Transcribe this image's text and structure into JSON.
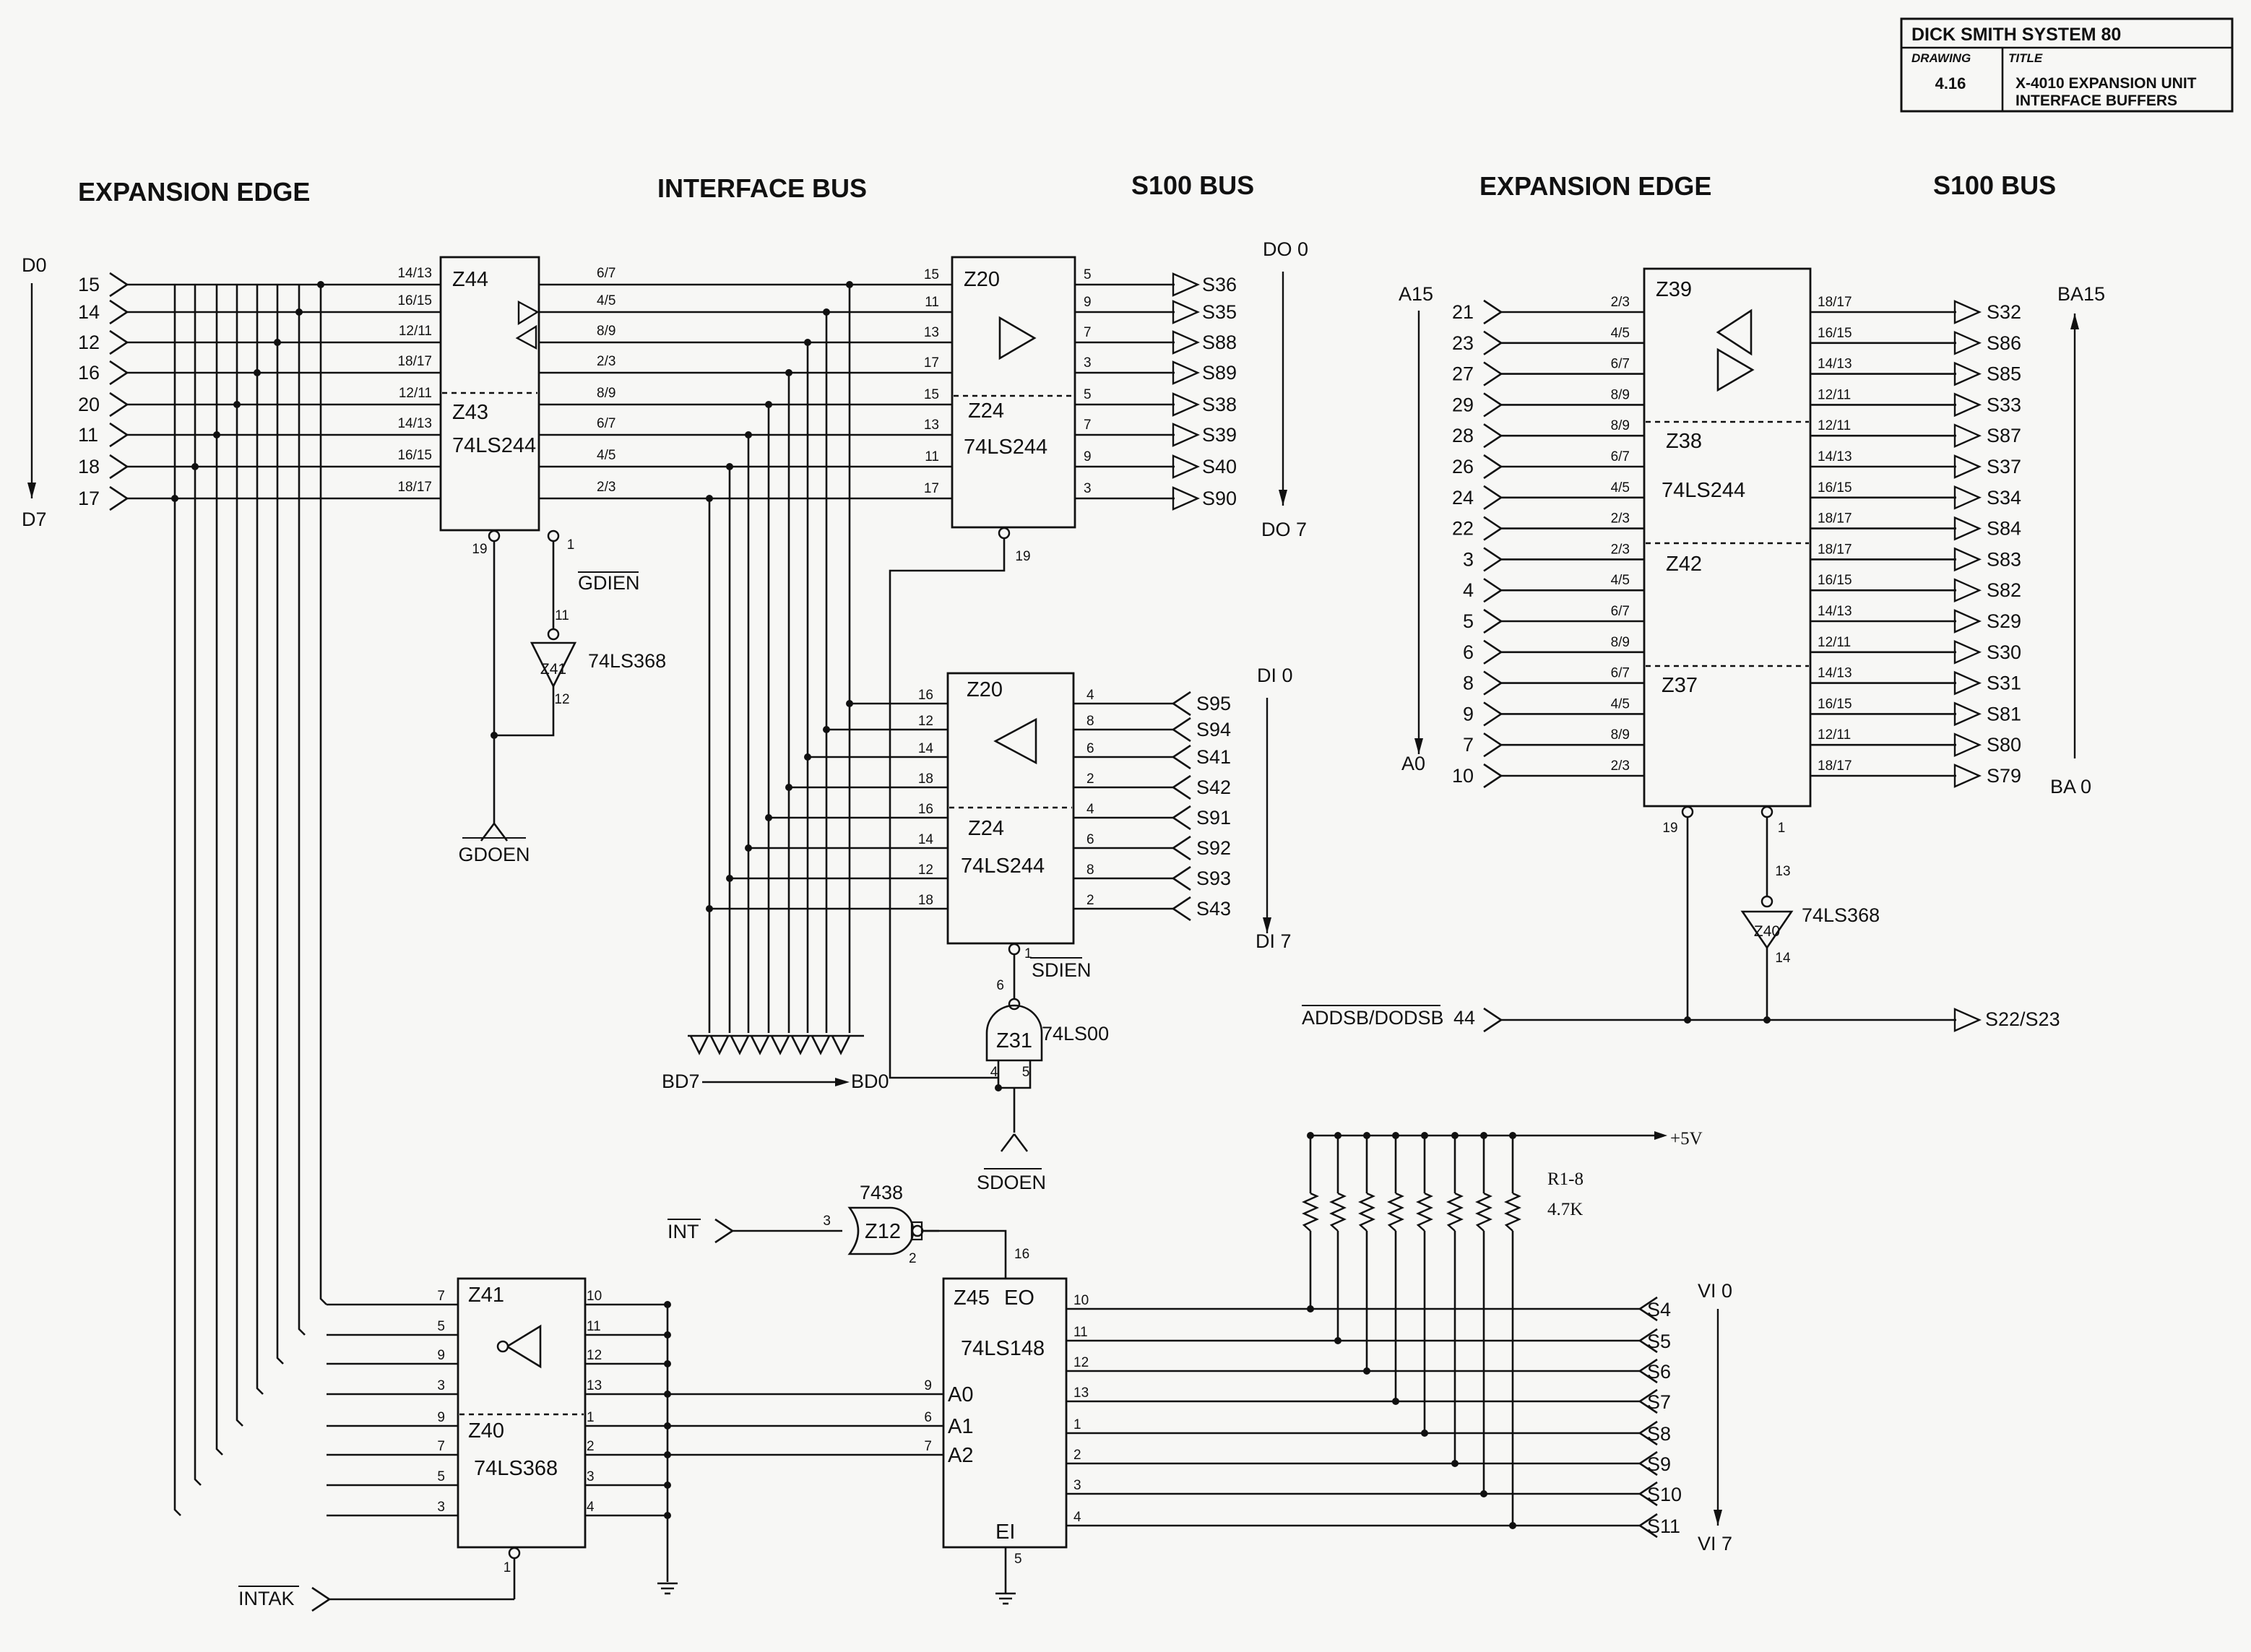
{
  "title_block": {
    "company": "DICK SMITH SYSTEM 80",
    "drawing_label": "DRAWING",
    "drawing_number": "4.16",
    "title_label": "TITLE",
    "title_line1": "X-4010 EXPANSION UNIT",
    "title_line2": "INTERFACE BUFFERS"
  },
  "headers": {
    "expansion_edge_left": "EXPANSION EDGE",
    "interface_bus": "INTERFACE BUS",
    "s100_bus_left": "S100 BUS",
    "expansion_edge_right": "EXPANSION EDGE",
    "s100_bus_right": "S100 BUS"
  },
  "data_section": {
    "d0": "D0",
    "d7": "D7",
    "inputs": [
      "15",
      "14",
      "12",
      "16",
      "20",
      "11",
      "18",
      "17"
    ],
    "z44_label": "Z44",
    "z43_label": "Z43",
    "z44_part": "74LS244",
    "z44_in_pins": [
      "14/13",
      "16/15",
      "12/11",
      "18/17",
      "12/11",
      "14/13",
      "16/15",
      "18/17"
    ],
    "z44_out_pins": [
      "6/7",
      "4/5",
      "8/9",
      "2/3",
      "8/9",
      "6/7",
      "4/5",
      "2/3"
    ],
    "pin19": "19",
    "pin1": "1",
    "gdien": "GDIEN",
    "z41_label": "Z41",
    "z41_part": "74LS368",
    "z41_pin11": "11",
    "z41_pin12": "12",
    "gdoen": "GDOEN",
    "z20_label": "Z20",
    "z24_label": "Z24",
    "z20_part": "74LS244",
    "z20_in_pins": [
      "15",
      "11",
      "13",
      "17",
      "15",
      "13",
      "11",
      "17"
    ],
    "z20_out_pins": [
      "5",
      "9",
      "7",
      "3",
      "5",
      "7",
      "9",
      "3"
    ],
    "do_out": [
      "S36",
      "S35",
      "S88",
      "S89",
      "S38",
      "S39",
      "S40",
      "S90"
    ],
    "do0": "DO 0",
    "do7": "DO 7",
    "z20b_label": "Z20",
    "z24b_label": "Z24",
    "z20b_part": "74LS244",
    "z20b_left_pins": [
      "16",
      "12",
      "14",
      "18",
      "16",
      "14",
      "12",
      "18"
    ],
    "z20b_right_pins": [
      "4",
      "8",
      "6",
      "2",
      "4",
      "6",
      "8",
      "2"
    ],
    "di_in": [
      "S95",
      "S94",
      "S41",
      "S42",
      "S91",
      "S92",
      "S93",
      "S43"
    ],
    "di0": "DI 0",
    "di7": "DI 7",
    "sdien": "SDIEN",
    "z31_label": "Z31",
    "z31_part": "74LS00",
    "z31_pin6": "6",
    "z31_pin4": "4",
    "z31_pin5": "5",
    "sdoen": "SDOEN",
    "bd7": "BD7",
    "bd0": "BD0"
  },
  "address_section": {
    "a15": "A15",
    "a0": "A0",
    "inputs": [
      "21",
      "23",
      "27",
      "29",
      "28",
      "26",
      "24",
      "22",
      "3",
      "4",
      "5",
      "6",
      "8",
      "9",
      "7",
      "10"
    ],
    "left_pins": [
      "2/3",
      "4/5",
      "6/7",
      "8/9",
      "8/9",
      "6/7",
      "4/5",
      "2/3",
      "2/3",
      "4/5",
      "6/7",
      "8/9",
      "6/7",
      "4/5",
      "8/9",
      "2/3"
    ],
    "right_pins": [
      "18/17",
      "16/15",
      "14/13",
      "12/11",
      "12/11",
      "14/13",
      "16/15",
      "18/17",
      "18/17",
      "16/15",
      "14/13",
      "12/11",
      "14/13",
      "16/15",
      "12/11",
      "18/17"
    ],
    "outputs": [
      "S32",
      "S86",
      "S85",
      "S33",
      "S87",
      "S37",
      "S34",
      "S84",
      "S83",
      "S82",
      "S29",
      "S30",
      "S31",
      "S81",
      "S80",
      "S79"
    ],
    "ba15": "BA15",
    "ba0": "BA 0",
    "z39_label": "Z39",
    "z38_label": "Z38",
    "z42_label": "Z42",
    "z37_label": "Z37",
    "part": "74LS244",
    "pin19": "19",
    "pin1": "1",
    "z40_label": "Z40",
    "z40_part": "74LS368",
    "z40_pin13": "13",
    "z40_pin14": "14",
    "addsb": "ADDSB/DODSB",
    "addsb_pin": "44",
    "addsb_out": "S22/S23"
  },
  "interrupt_section": {
    "z41_label": "Z41",
    "z40_label": "Z40",
    "part": "74LS368",
    "left_pins": [
      "7",
      "5",
      "9",
      "3",
      "9",
      "7",
      "5",
      "3"
    ],
    "right_pins": [
      "10",
      "11",
      "12",
      "13",
      "1",
      "2",
      "3",
      "4"
    ],
    "pin1": "1",
    "intak": "INTAK",
    "int": "INT",
    "nand_part": "7438",
    "z12_label": "Z12",
    "z12_pin3": "3",
    "z12_pin2": "2",
    "z45_label": "Z45",
    "eo": "EO",
    "ei": "EI",
    "z45_part": "74LS148",
    "pin16": "16",
    "pin5": "5",
    "a_inputs": [
      {
        "label": "A0",
        "pin": "9"
      },
      {
        "label": "A1",
        "pin": "6"
      },
      {
        "label": "A2",
        "pin": "7"
      }
    ],
    "vi_outputs": [
      "S4",
      "S5",
      "S6",
      "S7",
      "S8",
      "S9",
      "S10",
      "S11"
    ],
    "vi0": "VI 0",
    "vi7": "VI 7",
    "plus5v": "+5V",
    "r_label": "R1-8",
    "r_value": "4.7K"
  }
}
